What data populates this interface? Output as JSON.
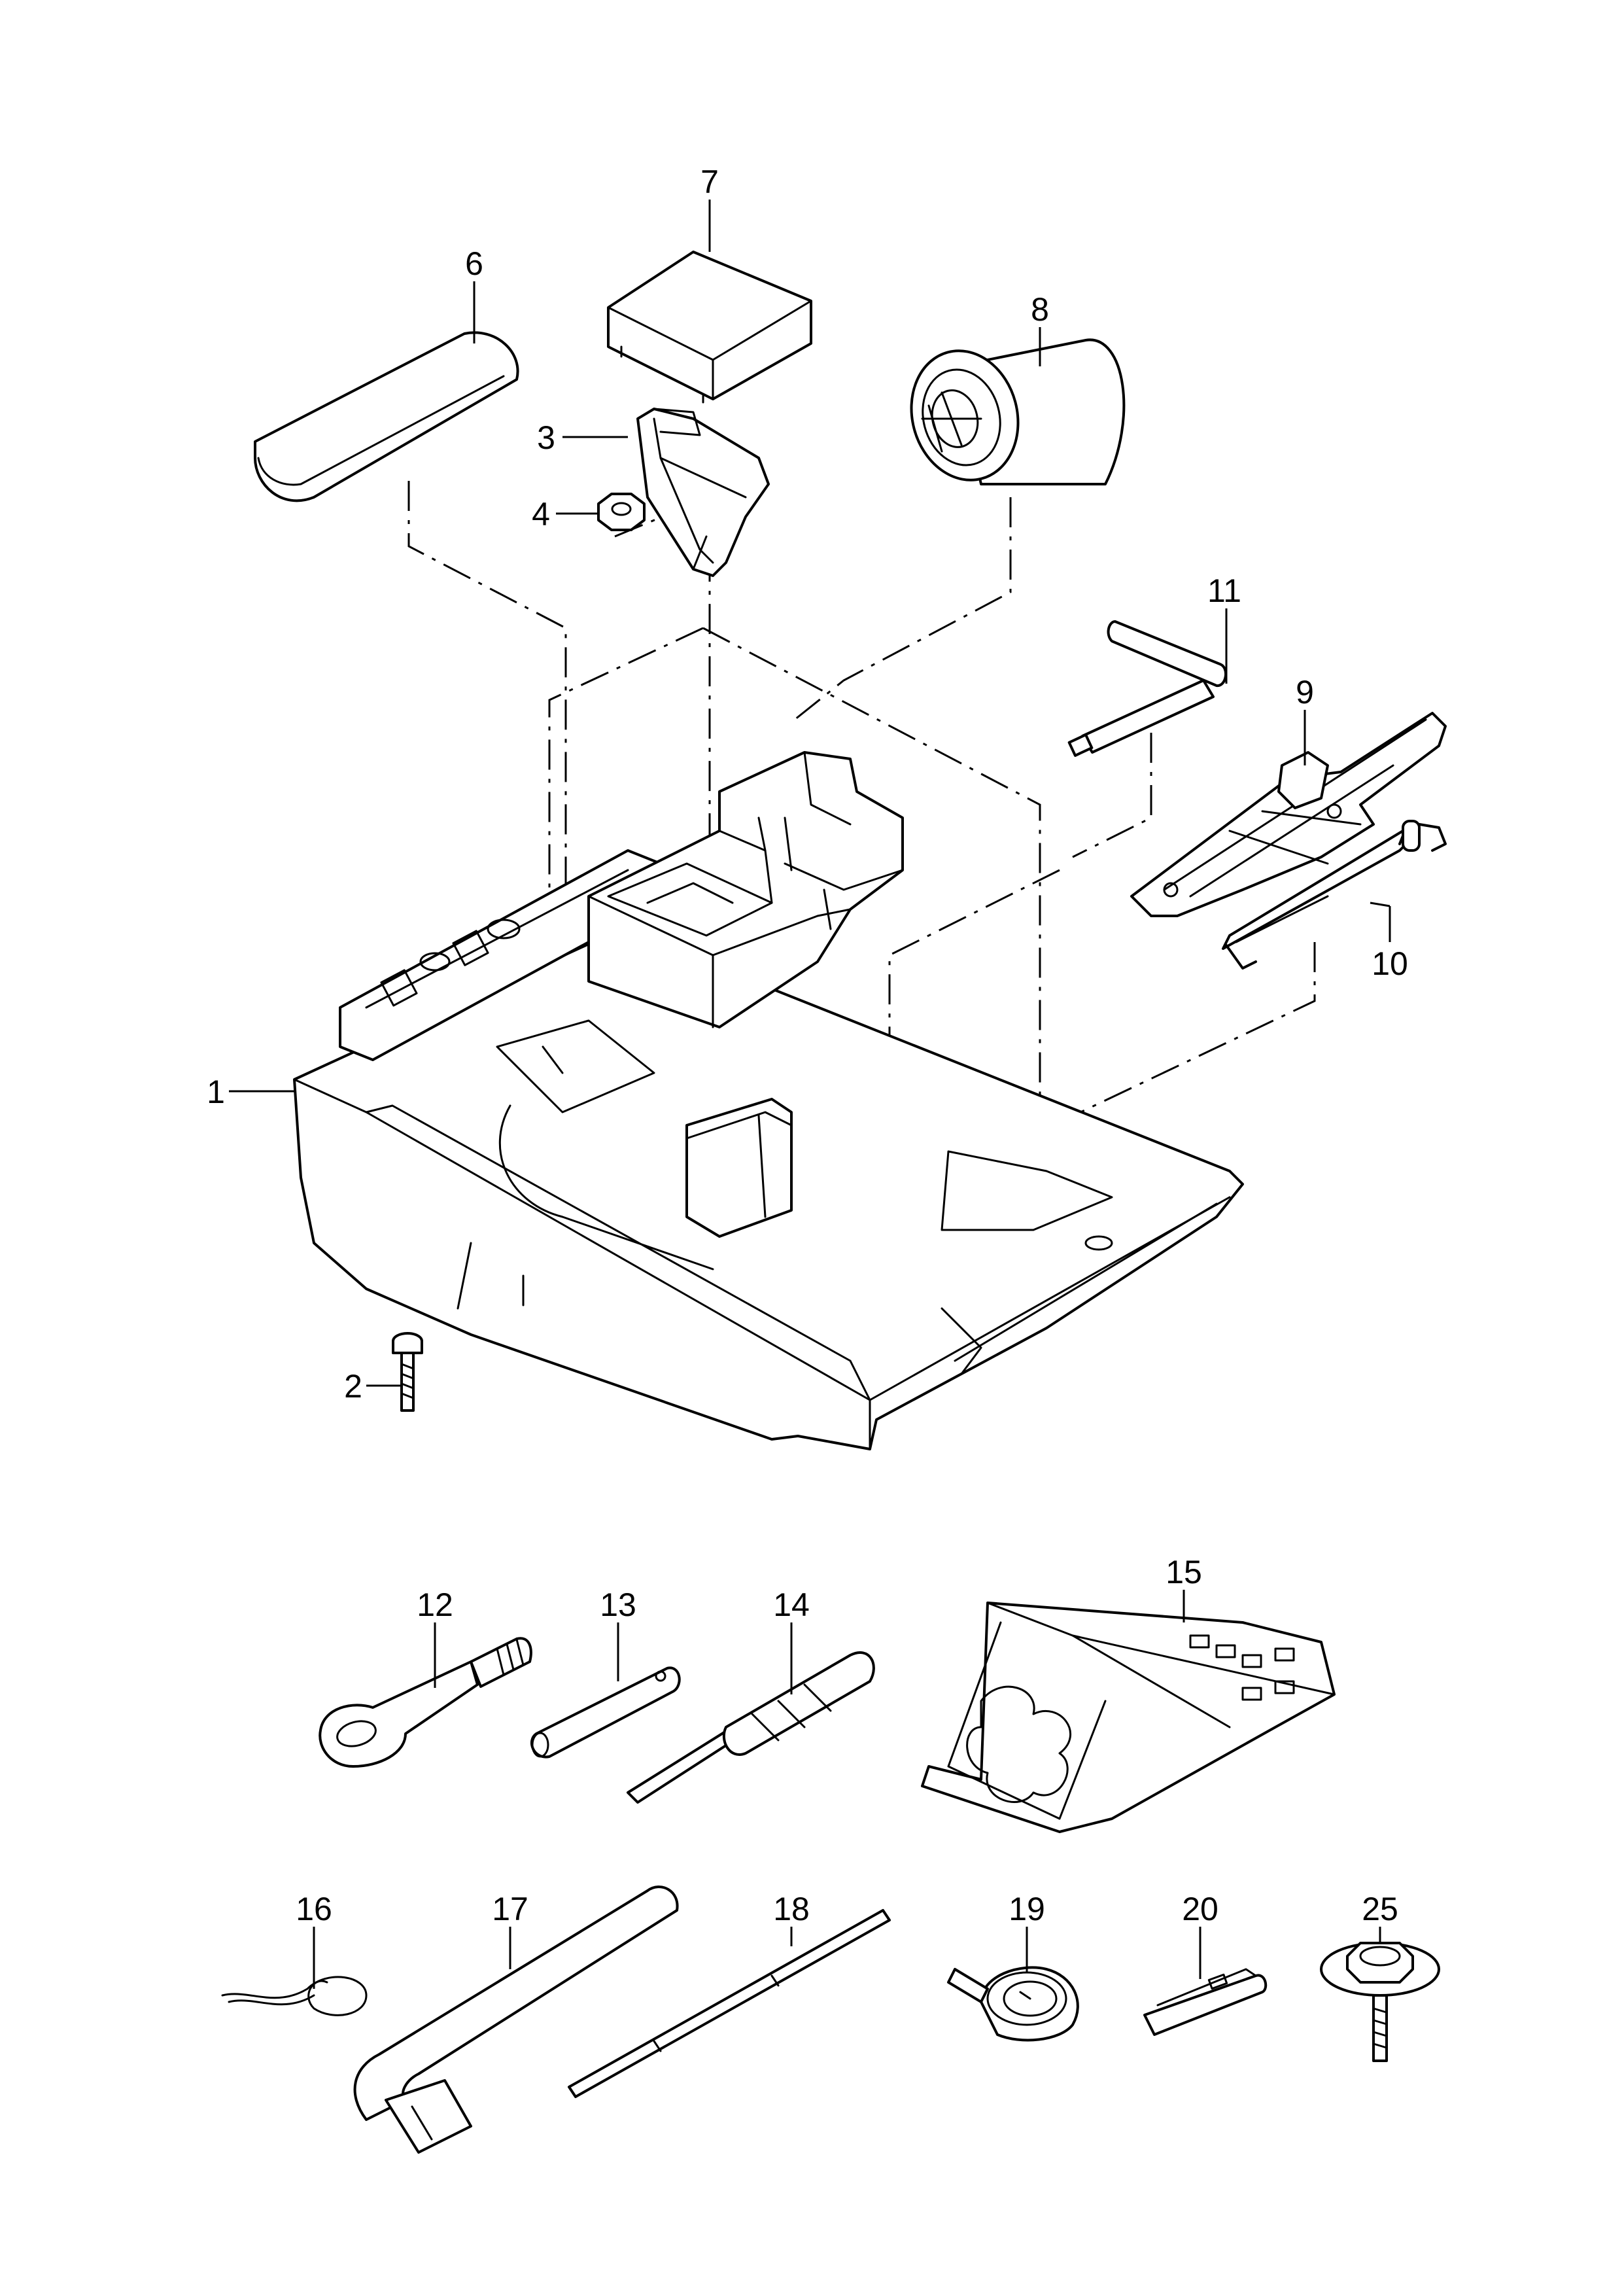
{
  "callouts": {
    "p1": "1",
    "p2": "2",
    "p3": "3",
    "p4": "4",
    "p6": "6",
    "p7": "7",
    "p8": "8",
    "p9": "9",
    "p10": "10",
    "p11": "11",
    "p12": "12",
    "p13": "13",
    "p14": "14",
    "p15": "15",
    "p16": "16",
    "p17": "17",
    "p18": "18",
    "p19": "19",
    "p20": "20",
    "p25": "25"
  }
}
